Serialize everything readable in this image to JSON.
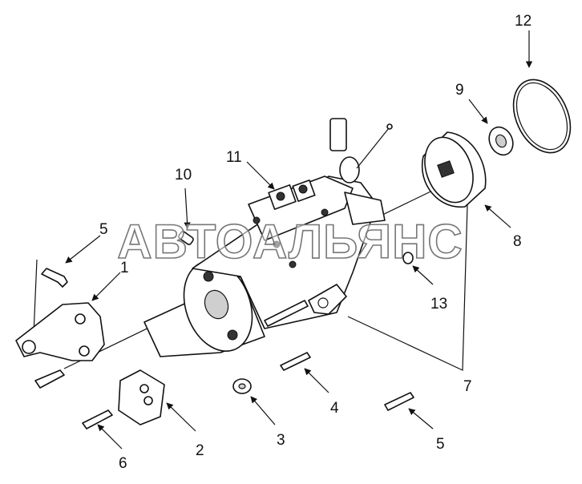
{
  "diagram": {
    "callouts": [
      {
        "id": "c1",
        "label": "1"
      },
      {
        "id": "c2",
        "label": "2"
      },
      {
        "id": "c3",
        "label": "3"
      },
      {
        "id": "c4",
        "label": "4"
      },
      {
        "id": "c5a",
        "label": "5"
      },
      {
        "id": "c5b",
        "label": "5"
      },
      {
        "id": "c6",
        "label": "6"
      },
      {
        "id": "c7",
        "label": "7"
      },
      {
        "id": "c8",
        "label": "8"
      },
      {
        "id": "c9",
        "label": "9"
      },
      {
        "id": "c10",
        "label": "10"
      },
      {
        "id": "c11",
        "label": "11"
      },
      {
        "id": "c12",
        "label": "12"
      },
      {
        "id": "c13",
        "label": "13"
      }
    ],
    "watermark": "АВТОАЛЬЯНС"
  }
}
